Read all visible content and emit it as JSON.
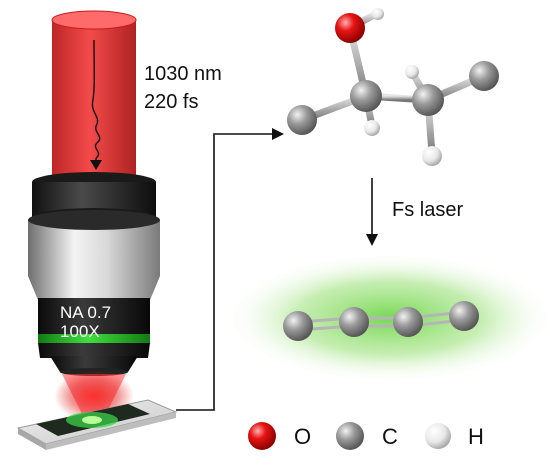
{
  "laser": {
    "wavelength": "1030 nm",
    "pulse_duration": "220 fs"
  },
  "objective": {
    "numerical_aperture": "NA 0.7",
    "magnification": "100X"
  },
  "process": {
    "step_label": "Fs laser"
  },
  "legend": {
    "items": [
      {
        "symbol": "O",
        "color": "#e21010"
      },
      {
        "symbol": "C",
        "color": "#8c8c8c"
      },
      {
        "symbol": "H",
        "color": "#eeeeee"
      }
    ]
  },
  "colors": {
    "beam_red": "#e02424",
    "glow_green": "#5cc93a",
    "objective_band_green": "#2bbd2b",
    "carbon_gray": "#8c8c8c",
    "oxygen_red": "#e21010"
  }
}
